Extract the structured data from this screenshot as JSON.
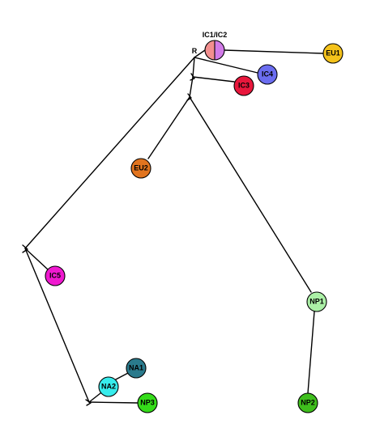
{
  "diagram": {
    "root_label": "R",
    "split_node": {
      "label": "IC1/IC2",
      "left_color": "#f28f8f",
      "right_color": "#d17be8"
    },
    "nodes": [
      {
        "id": "EU1",
        "label": "EU1",
        "color": "#f4c21b"
      },
      {
        "id": "IC4",
        "label": "IC4",
        "color": "#6b6df0"
      },
      {
        "id": "IC3",
        "label": "IC3",
        "color": "#e8173c"
      },
      {
        "id": "EU2",
        "label": "EU2",
        "color": "#e1741f"
      },
      {
        "id": "IC5",
        "label": "IC5",
        "color": "#f019d0"
      },
      {
        "id": "NP1",
        "label": "NP1",
        "color": "#abf0a6"
      },
      {
        "id": "NP2",
        "label": "NP2",
        "color": "#3fbe1d"
      },
      {
        "id": "NA1",
        "label": "NA1",
        "color": "#2a7a8c"
      },
      {
        "id": "NA2",
        "label": "NA2",
        "color": "#37ecec"
      },
      {
        "id": "NP3",
        "label": "NP3",
        "color": "#35dc1a"
      }
    ]
  }
}
